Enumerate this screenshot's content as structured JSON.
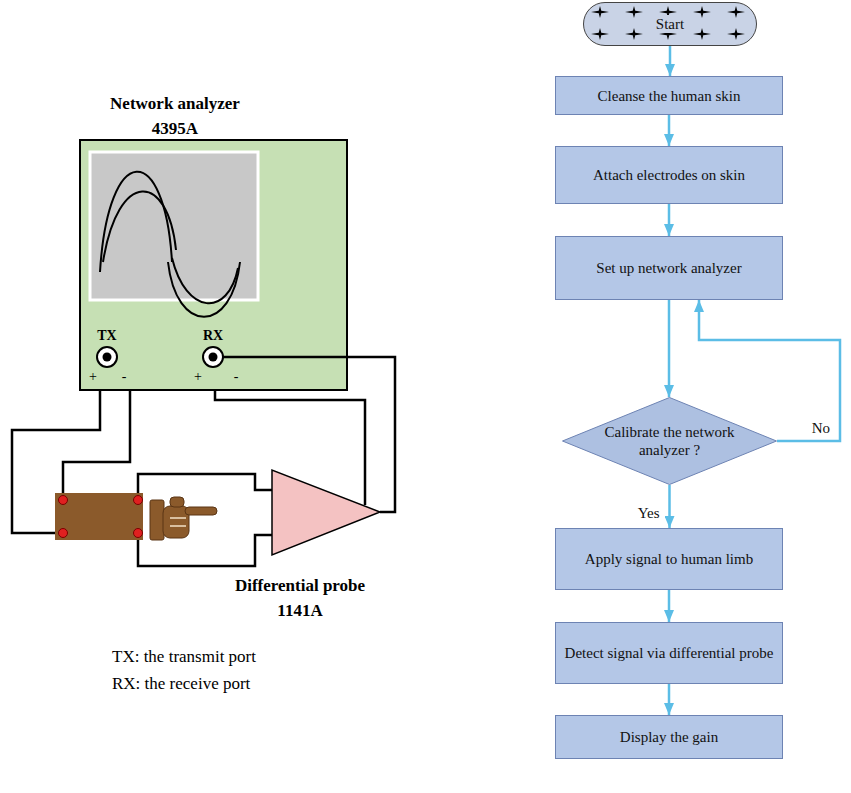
{
  "diagram": {
    "nodes": [
      {
        "text": [
          "Start"
        ]
      },
      {
        "text": [
          "Cleanse the human skin"
        ]
      },
      {
        "text": [
          "Attach electrodes on skin"
        ]
      },
      {
        "text": [
          "Set up network analyzer"
        ]
      },
      {
        "text": [
          "Calibrate the network analyzer ?"
        ]
      },
      {
        "text": [
          "Apply signal to human limb"
        ]
      },
      {
        "text": [
          "Detect signal via differential probe"
        ]
      },
      {
        "text": [
          "Display the gain"
        ]
      }
    ],
    "edges": [
      {
        "from": 0,
        "to": 1,
        "arrow": "to"
      },
      {
        "from": 1,
        "to": 2,
        "arrow": "to"
      },
      {
        "from": 2,
        "to": 3,
        "arrow": "to"
      },
      {
        "from": 3,
        "to": 4,
        "arrow": "to"
      },
      {
        "from": 4,
        "to": 3,
        "label": "No",
        "arrow": "to"
      },
      {
        "from": 4,
        "to": 5,
        "label": "Yes",
        "arrow": "to"
      },
      {
        "from": 5,
        "to": 6,
        "arrow": "to"
      },
      {
        "from": 6,
        "to": 7,
        "arrow": "to"
      }
    ],
    "labels": [
      "Network analyzer 4395A",
      "TX",
      "RX",
      "+",
      "-",
      "+",
      "-",
      "Differential probe 1141A",
      "TX: the transmit port",
      "RX: the receive port"
    ]
  }
}
